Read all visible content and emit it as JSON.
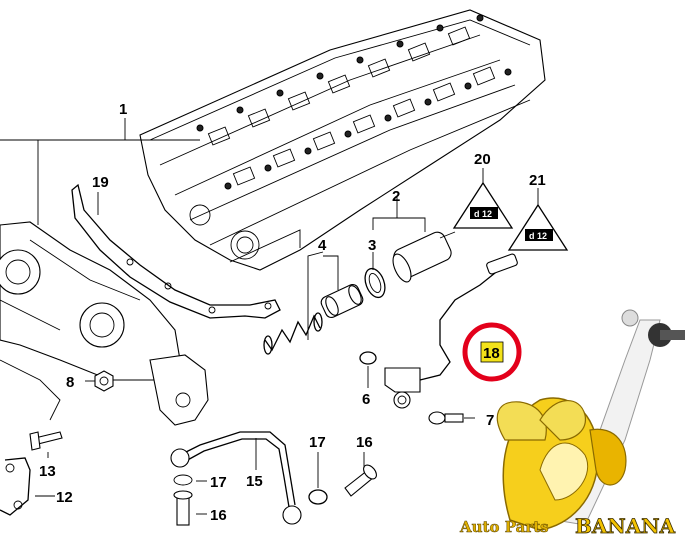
{
  "callouts": {
    "n1": "1",
    "n2": "2",
    "n3": "3",
    "n4": "4",
    "n6": "6",
    "n7": "7",
    "n8": "8",
    "n12": "12",
    "n13": "13",
    "n15": "15",
    "n16a": "16",
    "n16b": "16",
    "n17a": "17",
    "n17b": "17",
    "n18": "18",
    "n19": "19",
    "n20": "20",
    "n21": "21"
  },
  "highlight": {
    "label": "18",
    "ring_color": "#e3001b",
    "box_color": "#f3e21a"
  },
  "watermark": {
    "text_small": "Auto Parts",
    "text_big": "BANANA"
  },
  "icons": [
    "torque-triangle-icon",
    "banana-logo-icon"
  ]
}
